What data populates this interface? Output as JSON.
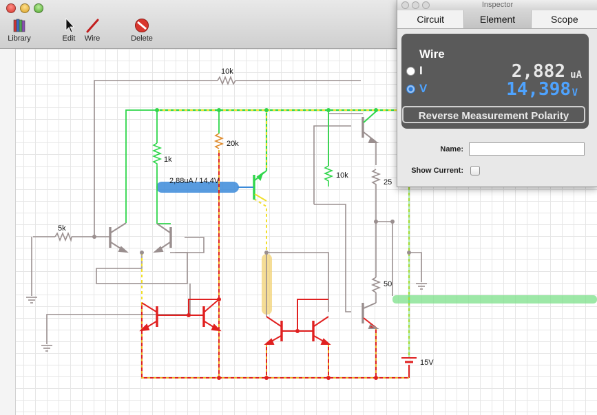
{
  "toolbar": {
    "items": [
      {
        "label": "Library",
        "icon": "library-icon"
      },
      {
        "label": "Edit",
        "icon": "arrow-cursor-icon"
      },
      {
        "label": "Wire",
        "icon": "pencil-icon"
      },
      {
        "label": "Delete",
        "icon": "delete-icon"
      }
    ]
  },
  "circuit": {
    "labels": {
      "r_top": "10k",
      "r_1k": "1k",
      "r_20k": "20k",
      "r_5k": "5k",
      "r_10k_right": "10k",
      "r_25": "25",
      "r_50": "50",
      "battery": "15V",
      "wire_readout": "2,88uA / 14,4V"
    },
    "colors": {
      "wire_low": "#9a8f8f",
      "wire_mid": "#e3d63a",
      "wire_hi": "#2fd64b",
      "wire_neg": "#e02020",
      "selection": "#3b8ad9",
      "current_path": "#7ce08a"
    }
  },
  "inspector": {
    "window_title": "Inspector",
    "tabs": [
      "Circuit",
      "Element",
      "Scope"
    ],
    "active_tab": "Element",
    "element_type": "Wire",
    "current": {
      "letter": "I",
      "value": "2,882",
      "unit": "uA",
      "selected": false
    },
    "voltage": {
      "letter": "V",
      "value": "14,398",
      "unit": "V",
      "selected": true
    },
    "reverse_button": "Reverse Measurement Polarity",
    "name_label": "Name:",
    "name_value": "",
    "show_current_label": "Show Current:",
    "show_current_checked": false
  }
}
